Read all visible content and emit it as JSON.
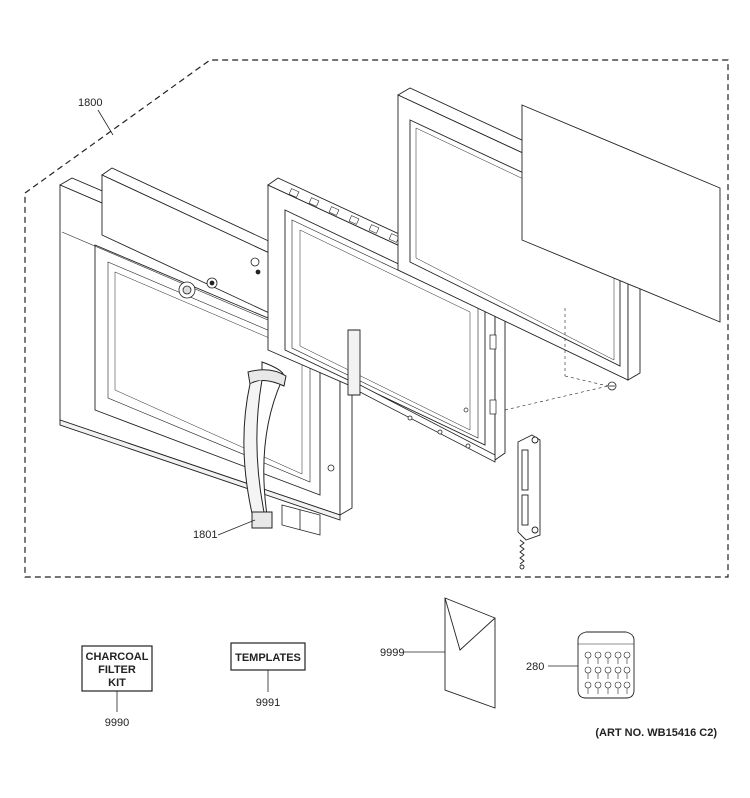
{
  "parts": {
    "assembly": {
      "number": "1800"
    },
    "handle": {
      "number": "1801"
    },
    "charcoal_filter_kit": {
      "number": "9990",
      "line1": "CHARCOAL",
      "line2": "FILTER",
      "line3": "KIT"
    },
    "templates": {
      "number": "9991",
      "label": "TEMPLATES"
    },
    "literature": {
      "number": "9999"
    },
    "screw_kit": {
      "number": "280"
    }
  },
  "art_number": "(ART NO. WB15416 C2)",
  "colors": {
    "line": "#222222",
    "fill": "#ffffff",
    "shade": "#f2f2f2"
  }
}
